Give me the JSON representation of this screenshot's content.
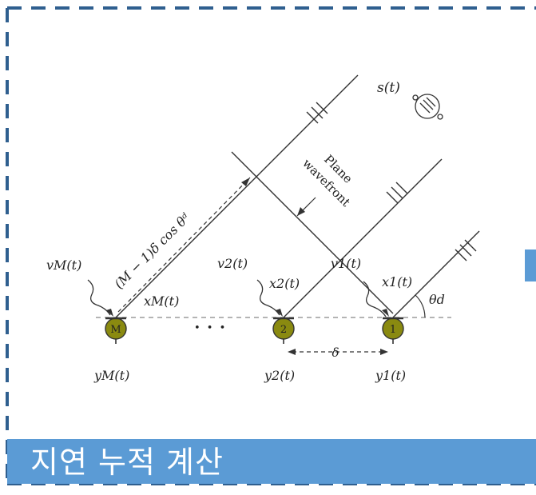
{
  "caption": "지연 누적 계산",
  "colors": {
    "frame_dash": "#2f5f8f",
    "accent": "#5b9bd5",
    "mic_fill": "#8a8a10",
    "line": "#333333"
  },
  "diagram": {
    "source_label": "s(t)",
    "wavefront_label_line1": "Plane",
    "wavefront_label_line2": "wavefront",
    "path_label": "(M − 1)δ cos θᵈ",
    "angle_label": "θd",
    "spacing_label": "δ",
    "ellipsis": "•  •  •",
    "mics": [
      {
        "id": "M",
        "noise": "vM(t)",
        "signal": "xM(t)",
        "output": "yM(t)"
      },
      {
        "id": "2",
        "noise": "v2(t)",
        "signal": "x2(t)",
        "output": "y2(t)"
      },
      {
        "id": "1",
        "noise": "v1(t)",
        "signal": "x1(t)",
        "output": "y1(t)"
      }
    ]
  }
}
